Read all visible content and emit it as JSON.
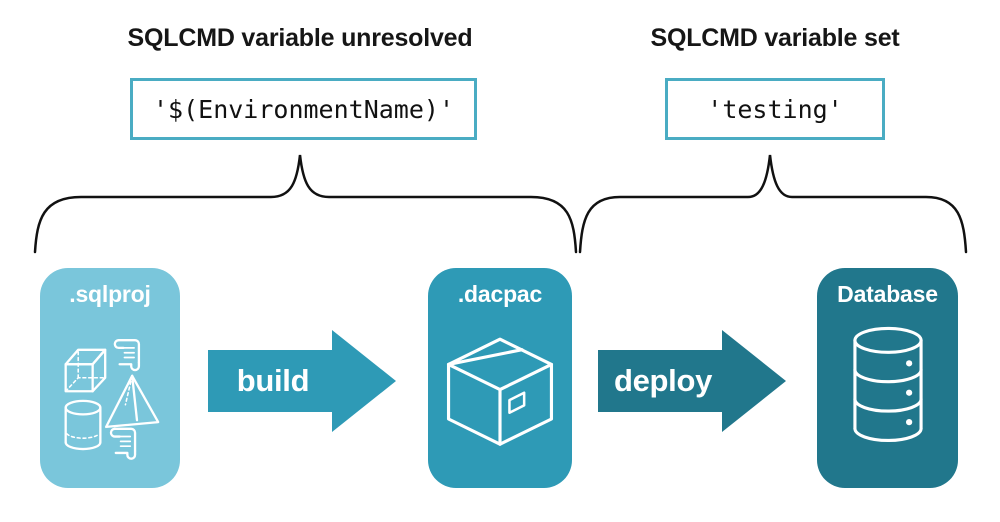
{
  "diagram": {
    "left_annotation": {
      "heading": "SQLCMD variable unresolved",
      "code": "'$(EnvironmentName)'"
    },
    "right_annotation": {
      "heading": "SQLCMD variable set",
      "code": "'testing'"
    },
    "nodes": [
      {
        "id": "sqlproj",
        "label": ".sqlproj",
        "color": "#7ac6db",
        "icon": "sql-project-objects-icon"
      },
      {
        "id": "dacpac",
        "label": ".dacpac",
        "color": "#2e9ab6",
        "icon": "package-icon"
      },
      {
        "id": "database",
        "label": "Database",
        "color": "#21778c",
        "icon": "database-icon"
      }
    ],
    "arrows": [
      {
        "label": "build",
        "color": "#2e9ab6"
      },
      {
        "label": "deploy",
        "color": "#21778c"
      }
    ],
    "colors": {
      "code_border": "#4aacc3",
      "brace": "#111111",
      "background": "#ffffff",
      "heading_text": "#161616",
      "icon_stroke": "#ffffff"
    }
  }
}
